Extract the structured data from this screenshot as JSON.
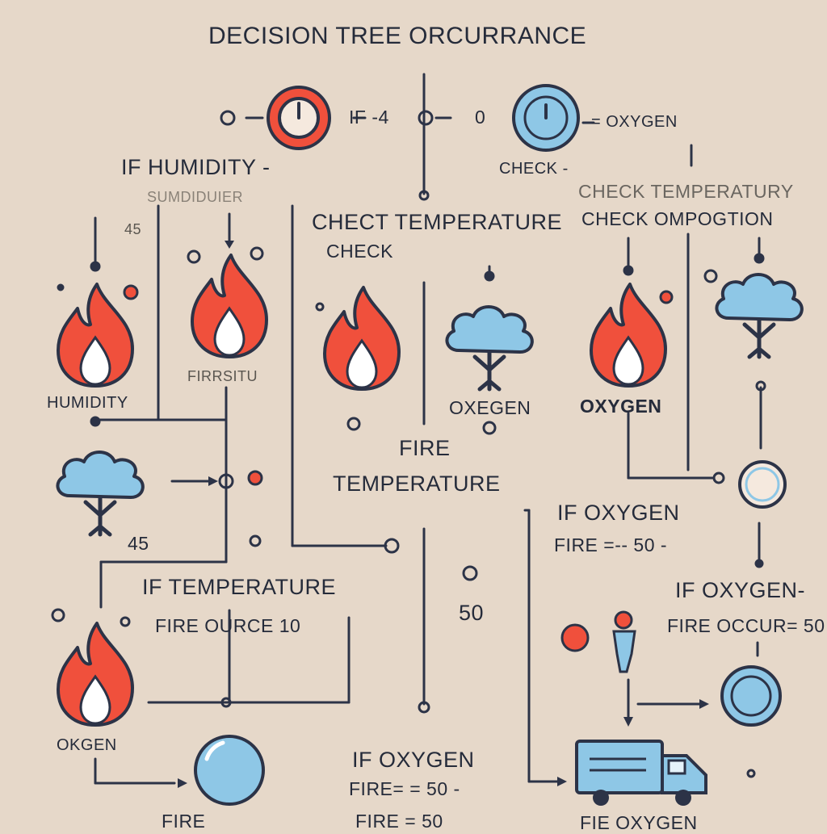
{
  "title": "DECISION TREE ORCURRANCE",
  "labels": {
    "top_if": "IF -4",
    "top_zero": "0",
    "top_oxygen": "= OXYGEN",
    "top_check": "CHECK -",
    "if_humidity": "IF HUMIDITY -",
    "humidity_sub": "SUMDIDUIER",
    "value_45_top": "45",
    "check_temperatury": "CHECK TEMPERATURY",
    "check_opomposition": "CHECK OMPOGTION",
    "check_temperature": "CHECT TEMPERATURE",
    "check": "CHECK",
    "humidity": "HUMIDITY",
    "fire_situ": "FIRRSITU",
    "oxygen_mid": "OXEGEN",
    "oxygen_right": "OXYGEN",
    "fire": "FIRE",
    "temperature": "TEMPERATURE",
    "value_45": "45",
    "if_oxygen_1": "IF OXYGEN",
    "fire_eq_50_1": "FIRE =-- 50 -",
    "if_temperature": "IF TEMPERATURE",
    "fire_ource": "FIRE OURCE 10",
    "value_50": "50",
    "if_oxygen_2": "IF OXYGEN-",
    "fire_occur": "FIRE OCCUR= 50",
    "oxgen_bottom": "OKGEN",
    "if_oxygen_3": "IF OXYGEN",
    "fire_eq_50_2": "FIRE= = 50 -",
    "fire_bottom": "FIRE",
    "fire_eq_50_3": "FIRE = 50",
    "fie_oxygen": "FIE OXYGEN"
  },
  "icons": {
    "flame": "flame-icon",
    "tree": "tree-icon",
    "gauge": "gauge-icon",
    "truck": "fire-truck-icon",
    "firefighter": "firefighter-icon"
  },
  "colors": {
    "background": "#e6d8c9",
    "line": "#2c3347",
    "flame": "#f0503c",
    "tree": "#8ec7e6",
    "gauge_red": "#f0503c",
    "gauge_blue": "#8ec7e6"
  }
}
